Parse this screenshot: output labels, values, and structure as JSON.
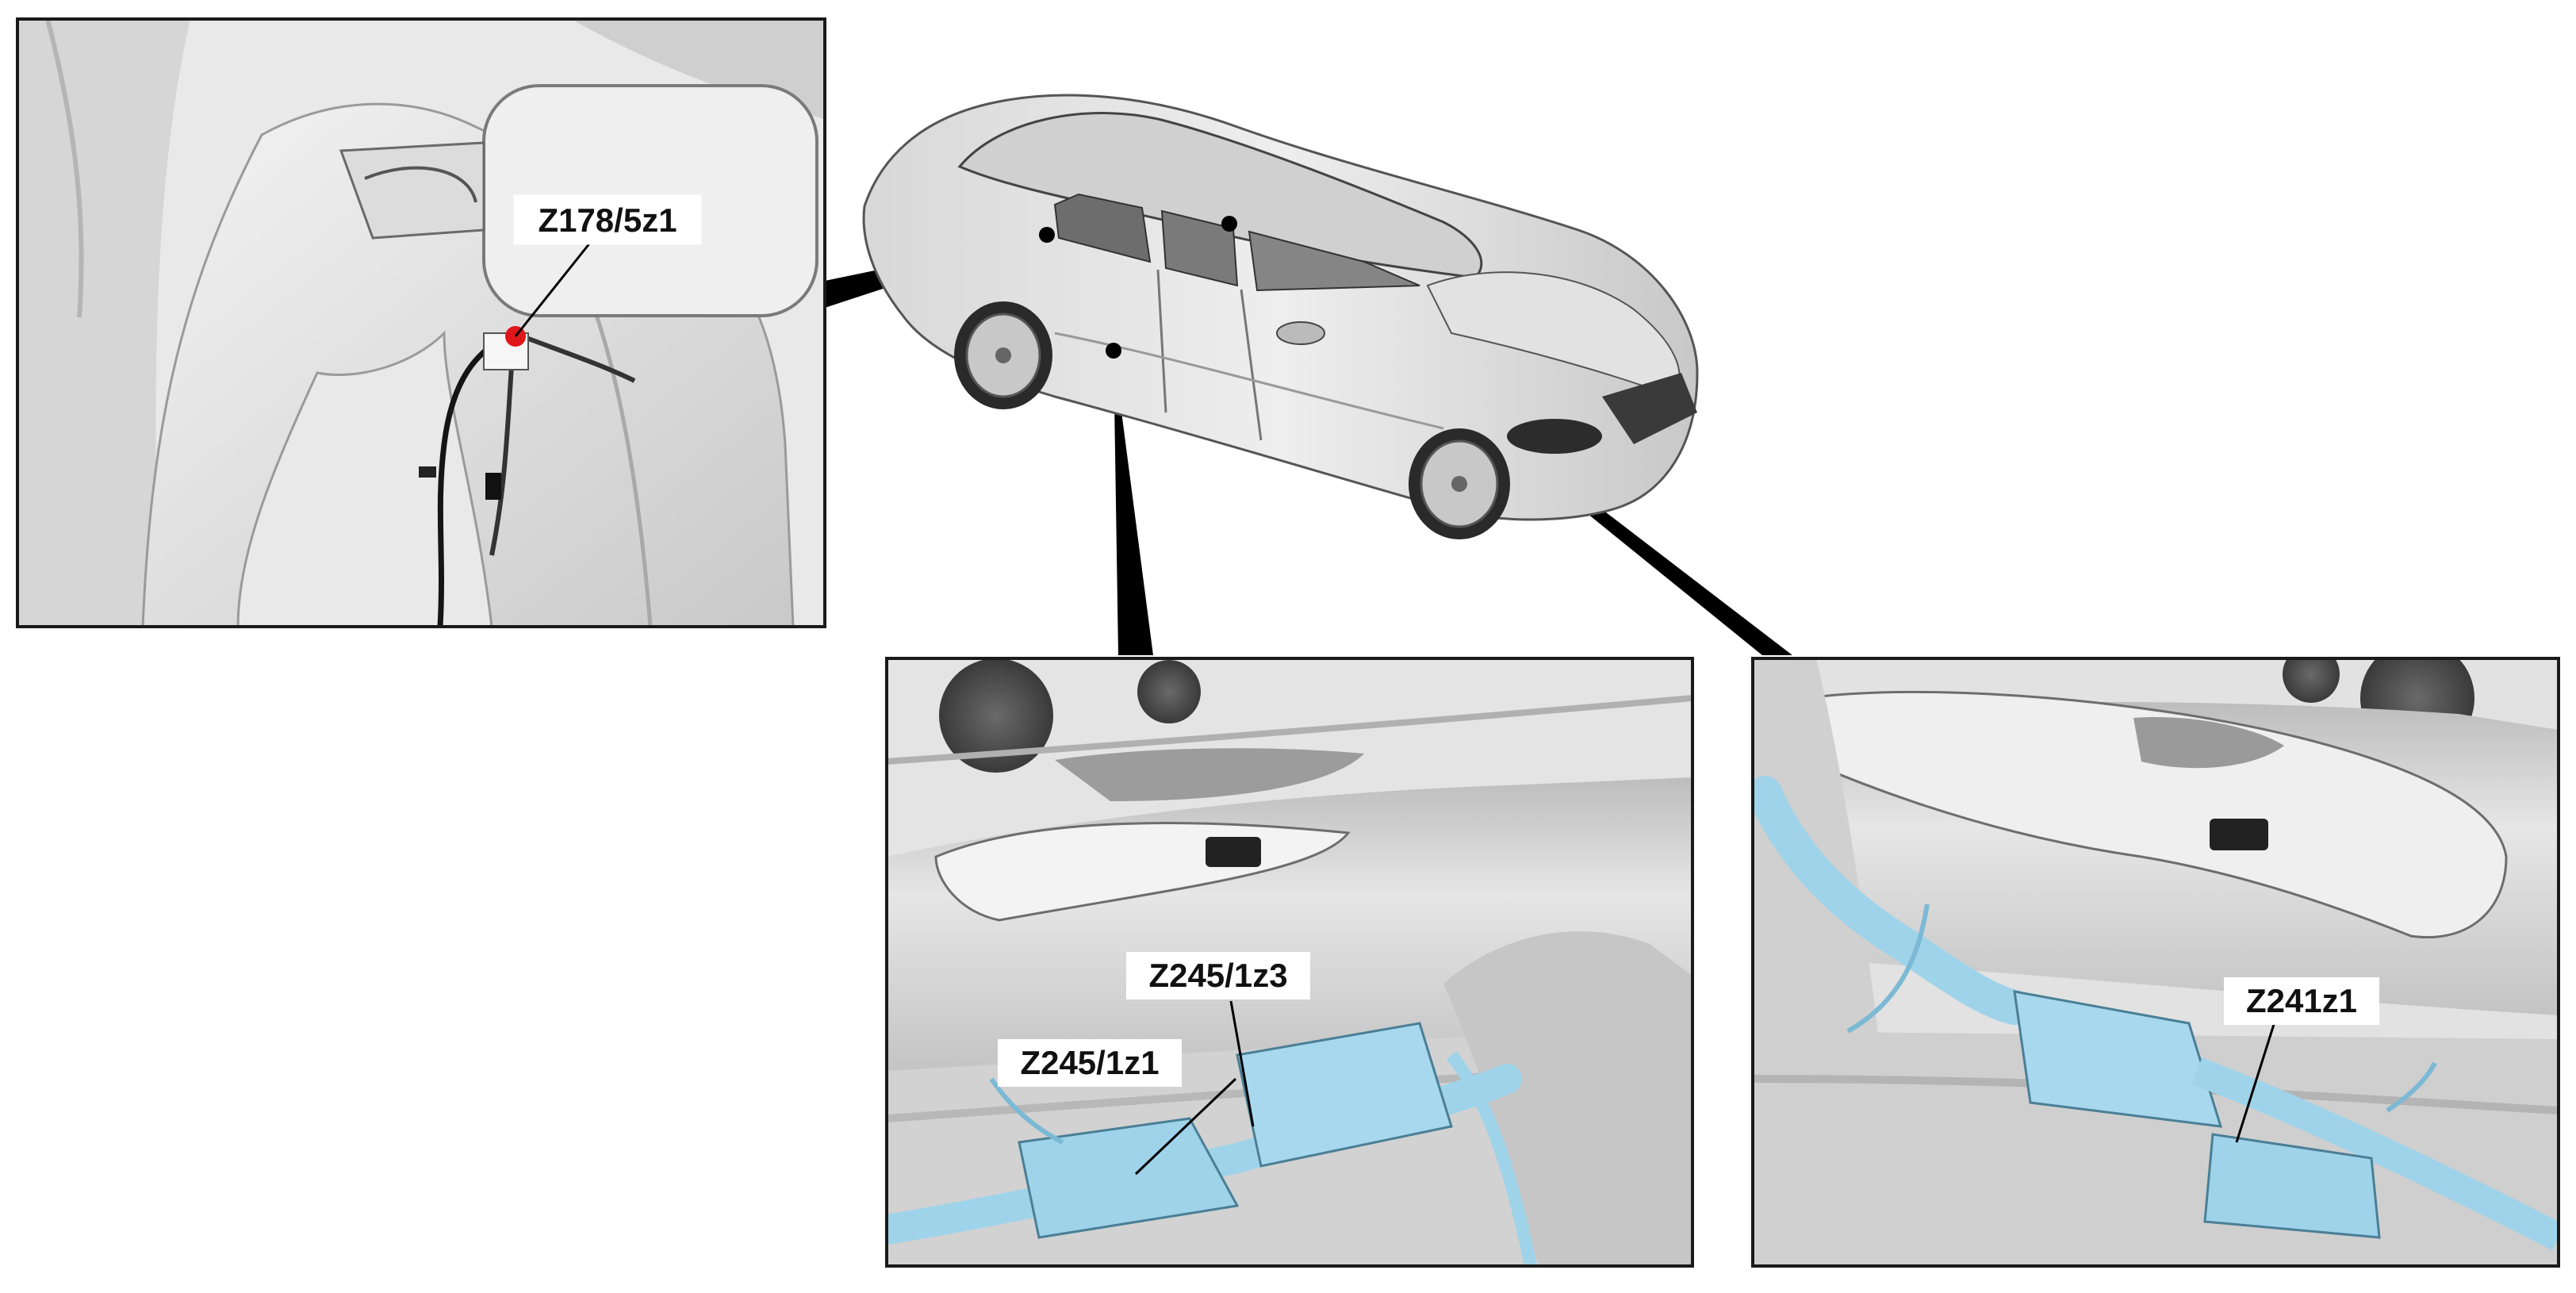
{
  "labels": {
    "seat_connector": "Z178/5z1",
    "rear_door_connector_1": "Z245/1z1",
    "rear_door_connector_3": "Z245/1z3",
    "front_door_connector": "Z241z1"
  },
  "colors": {
    "highlight_red": "#e0161b",
    "harness_blue": "#9fd3ea",
    "frame": "#1a1a1a",
    "callout": "#000000"
  }
}
